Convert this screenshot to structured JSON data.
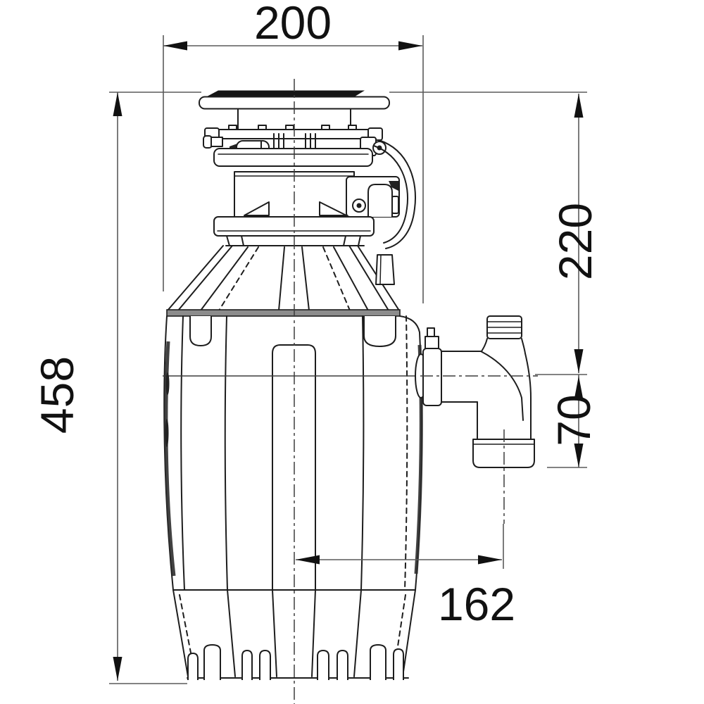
{
  "drawing": {
    "dimensions": {
      "top_width": "200",
      "right_upper_height": "220",
      "right_outlet_drop": "70",
      "left_total_height": "458",
      "bottom_outlet_offset": "162"
    },
    "colors": {
      "line": "#1d1d1d",
      "dimension_line": "#5a5a5a",
      "text": "#111111",
      "shading": "#8c8c8c",
      "background": "#ffffff"
    }
  }
}
